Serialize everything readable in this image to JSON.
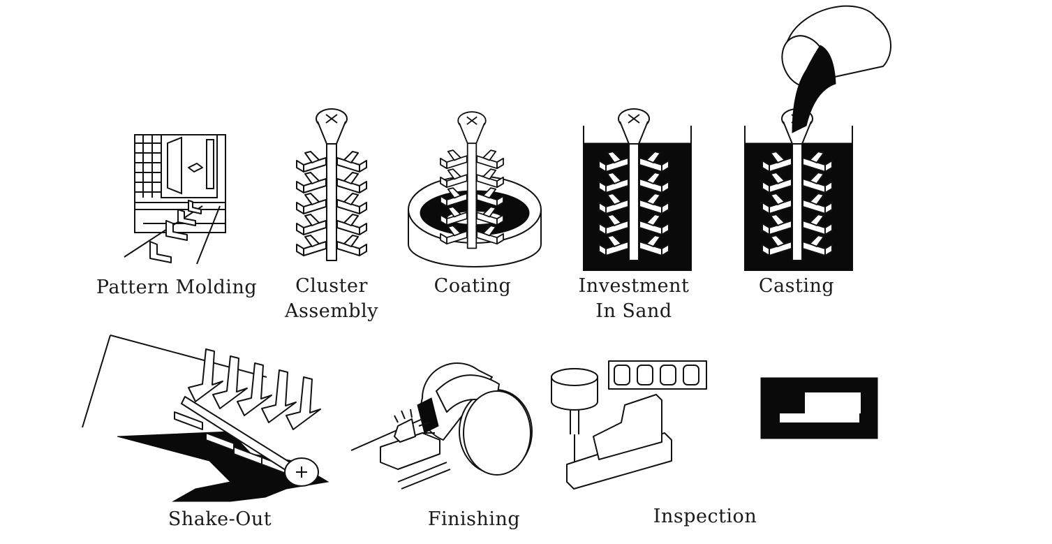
{
  "steps": [
    {
      "id": "pattern-molding",
      "label": "Pattern Molding"
    },
    {
      "id": "cluster-assembly",
      "label_line1": "Cluster",
      "label_line2": "Assembly"
    },
    {
      "id": "coating",
      "label": "Coating"
    },
    {
      "id": "investment-in-sand",
      "label_line1": "Investment",
      "label_line2": "In Sand"
    },
    {
      "id": "casting",
      "label": "Casting"
    },
    {
      "id": "shake-out",
      "label": "Shake-Out"
    },
    {
      "id": "finishing",
      "label": "Finishing"
    },
    {
      "id": "inspection",
      "label": "Inspection"
    }
  ],
  "colors": {
    "ink": "#111111",
    "fill": "#0a0a0a",
    "background": "#ffffff"
  }
}
